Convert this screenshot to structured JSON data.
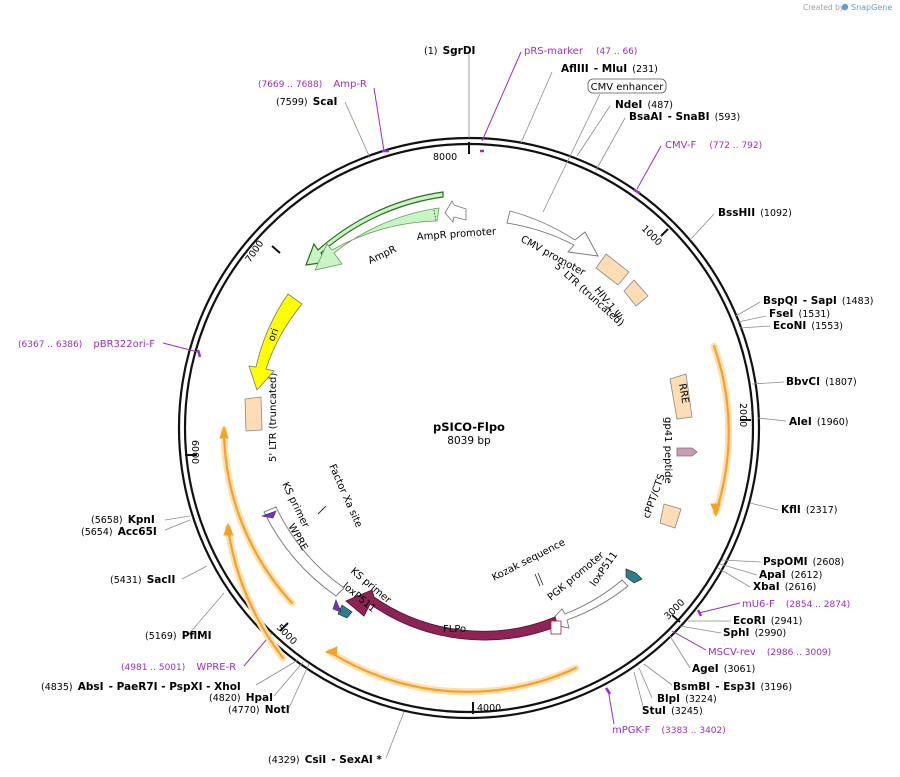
{
  "credit": {
    "prefix": "Created by",
    "brand": "SnapGene"
  },
  "plasmid": {
    "name": "pSICO-Flpo",
    "size_label": "8039 bp"
  },
  "ticks": [
    "1000",
    "2000",
    "3000",
    "4000",
    "5000",
    "6000",
    "7000",
    "8000"
  ],
  "sites": [
    {
      "name": "SgrDI",
      "pos": "(1)"
    },
    {
      "name": "AflIII",
      "sep": "- MluI",
      "pos": "(231)"
    },
    {
      "name": "NdeI",
      "pos": "(487)"
    },
    {
      "name": "BsaAI",
      "sep": "- SnaBI",
      "pos": "(593)"
    },
    {
      "name": "BssHII",
      "pos": "(1092)"
    },
    {
      "name": "BspQI",
      "sep": "- SapI",
      "pos": "(1483)"
    },
    {
      "name": "FseI",
      "pos": "(1531)"
    },
    {
      "name": "EcoNI",
      "pos": "(1553)"
    },
    {
      "name": "BbvCI",
      "pos": "(1807)"
    },
    {
      "name": "AleI",
      "pos": "(1960)"
    },
    {
      "name": "KflI",
      "pos": "(2317)"
    },
    {
      "name": "PspOMI",
      "pos": "(2608)"
    },
    {
      "name": "ApaI",
      "pos": "(2612)"
    },
    {
      "name": "XbaI",
      "pos": "(2616)"
    },
    {
      "name": "EcoRI",
      "pos": "(2941)"
    },
    {
      "name": "SphI",
      "pos": "(2990)"
    },
    {
      "name": "AgeI",
      "pos": "(3061)"
    },
    {
      "name": "BsmBI",
      "sep": "- Esp3I",
      "pos": "(3196)"
    },
    {
      "name": "BlpI",
      "pos": "(3224)"
    },
    {
      "name": "StuI",
      "pos": "(3245)"
    },
    {
      "name": "CsiI",
      "sep": "- SexAI *",
      "pos": "(4329)"
    },
    {
      "name": "NotI",
      "pos": "(4770)"
    },
    {
      "name": "HpaI",
      "pos": "(4820)"
    },
    {
      "name": "AbsI",
      "sep": "- PaeR7I - PspXI - XhoI",
      "pos": "(4835)"
    },
    {
      "name": "PflMI",
      "pos": "(5169)"
    },
    {
      "name": "SacII",
      "pos": "(5431)"
    },
    {
      "name": "Acc65I",
      "pos": "(5654)"
    },
    {
      "name": "KpnI",
      "pos": "(5658)"
    },
    {
      "name": "ScaI",
      "pos": "(7599)"
    }
  ],
  "primers": [
    {
      "name": "pRS-marker",
      "pos": "(47 .. 66)"
    },
    {
      "name": "CMV-F",
      "pos": "(772 .. 792)"
    },
    {
      "name": "mU6-F",
      "pos": "(2854 .. 2874)"
    },
    {
      "name": "MSCV-rev",
      "pos": "(2986 .. 3009)"
    },
    {
      "name": "mPGK-F",
      "pos": "(3383 .. 3402)"
    },
    {
      "name": "WPRE-R",
      "pos": "(4981 .. 5001)"
    },
    {
      "name": "pBR322ori-F",
      "pos": "(6367 .. 6386)"
    },
    {
      "name": "Amp-R",
      "pos": "(7669 .. 7688)"
    }
  ],
  "features": {
    "cmv_enhancer": "CMV enhancer",
    "cmv_promoter": "CMV promoter",
    "ltr5_trunc": "5' LTR (truncated)",
    "hiv1_psi": "HIV-1 Ψ",
    "rre": "RRE",
    "gp41": "gp41 peptide",
    "cppt": "cPPT/CTS",
    "kozak": "Kozak sequence",
    "pgk": "PGK promoter",
    "loxp_right": "loxP511",
    "flpo": "FLPo",
    "ks_primer_lower": "KS primer",
    "loxp_left": "loxP511",
    "wpre": "WPRE",
    "ks_primer_upper": "KS primer",
    "factor_xa": "Factor Xa site",
    "ltr3_trunc": "5' LTR (truncated)",
    "ori": "ori",
    "ampr": "AmpR",
    "ampr_promoter": "AmpR promoter"
  },
  "colors": {
    "backbone": "#111111",
    "primer": "#9b2ec9",
    "orange_feature": "#f7a12a",
    "flpo": "#8e2456",
    "ampr": "#c9f5c6",
    "ampr_outline": "#2e6b1e",
    "ori": "#ffff00",
    "ltr": "#fddcb6"
  }
}
